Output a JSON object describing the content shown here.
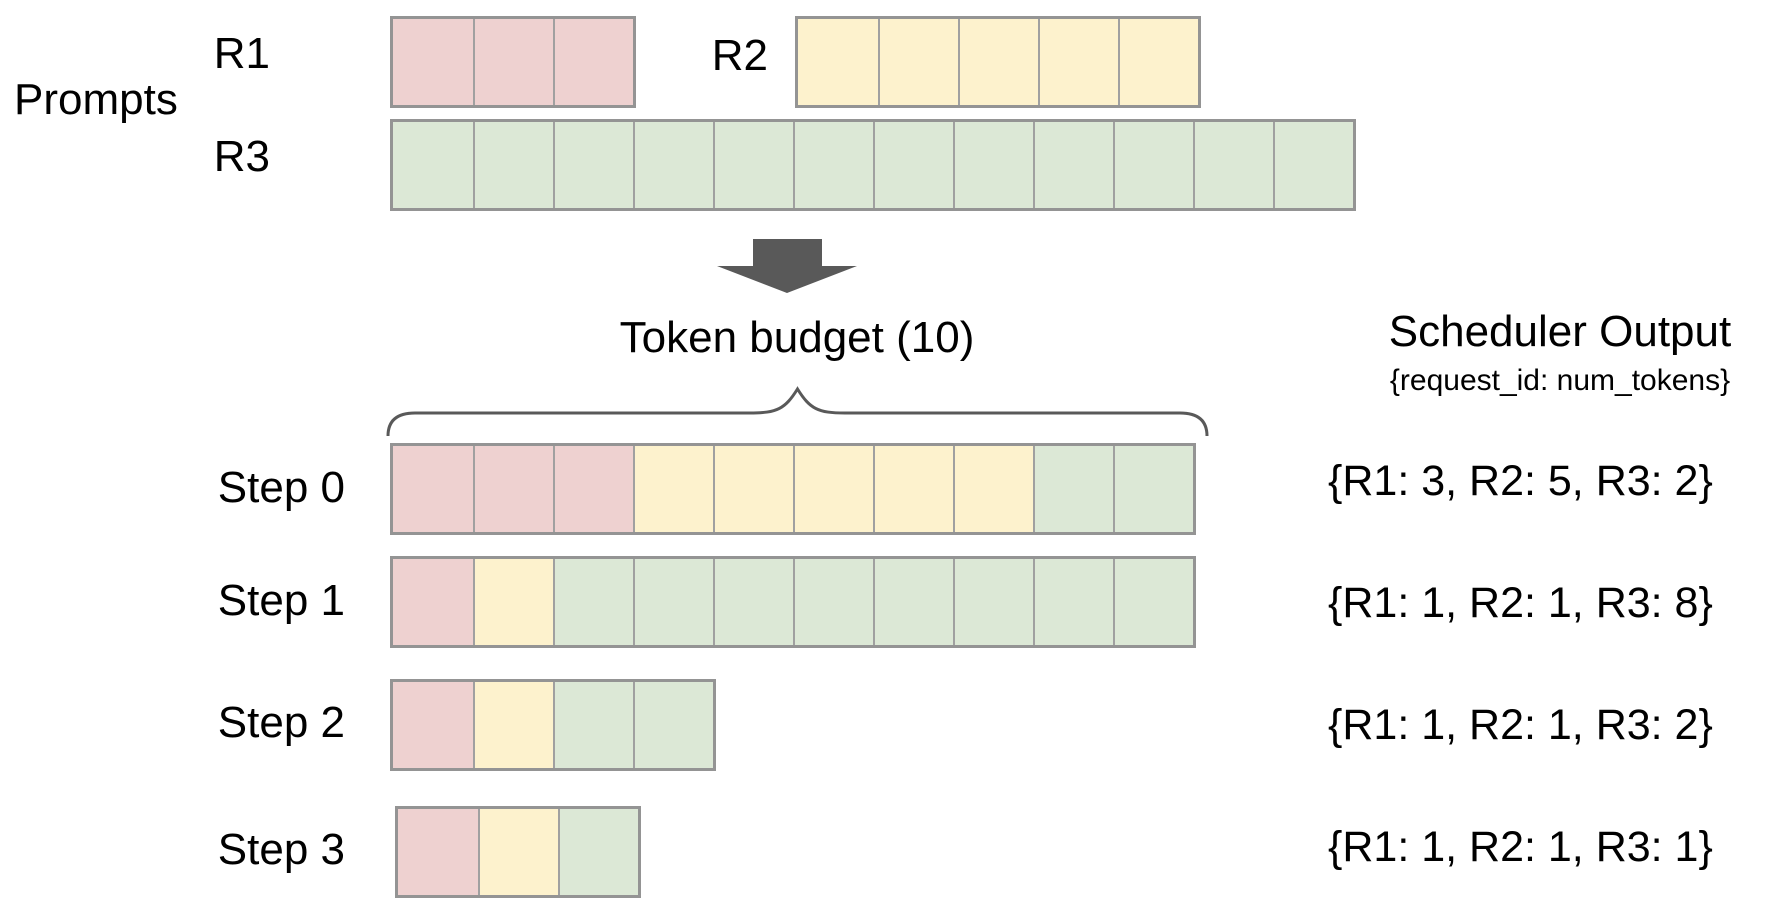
{
  "colors": {
    "pink": "#eed1d0",
    "yellow": "#fdf2cd",
    "green": "#dce8d6",
    "border": "#a0a0a0",
    "arrow": "#595959",
    "brace": "#595959",
    "text": "#000000",
    "background": "#ffffff"
  },
  "prompts": {
    "section_label": "Prompts",
    "requests": [
      {
        "id": "R1",
        "label": "R1",
        "color": "pink",
        "num_prompt_tokens": 3,
        "segments": [
          {
            "color": "pink",
            "count": 3
          }
        ]
      },
      {
        "id": "R2",
        "label": "R2",
        "color": "yellow",
        "num_prompt_tokens": 5,
        "segments": [
          {
            "color": "yellow",
            "count": 5
          }
        ]
      },
      {
        "id": "R3",
        "label": "R3",
        "color": "green",
        "num_prompt_tokens": 12,
        "segments": [
          {
            "color": "green",
            "count": 12
          }
        ]
      }
    ]
  },
  "arrow": {
    "icon": "down-arrow"
  },
  "token_budget": {
    "label": "Token budget (10)",
    "value": 10
  },
  "scheduler": {
    "title": "Scheduler Output",
    "subtitle": "{request_id: num_tokens}"
  },
  "steps": [
    {
      "label": "Step 0",
      "segments": [
        {
          "color": "pink",
          "count": 3
        },
        {
          "color": "yellow",
          "count": 5
        },
        {
          "color": "green",
          "count": 2
        }
      ],
      "scheduled": {
        "R1": 3,
        "R2": 5,
        "R3": 2
      },
      "output": "{R1: 3, R2: 5, R3: 2}"
    },
    {
      "label": "Step 1",
      "segments": [
        {
          "color": "pink",
          "count": 1
        },
        {
          "color": "yellow",
          "count": 1
        },
        {
          "color": "green",
          "count": 8
        }
      ],
      "scheduled": {
        "R1": 1,
        "R2": 1,
        "R3": 8
      },
      "output": "{R1: 1, R2: 1, R3: 8}"
    },
    {
      "label": "Step 2",
      "segments": [
        {
          "color": "pink",
          "count": 1
        },
        {
          "color": "yellow",
          "count": 1
        },
        {
          "color": "green",
          "count": 2
        }
      ],
      "scheduled": {
        "R1": 1,
        "R2": 1,
        "R3": 2
      },
      "output": "{R1: 1, R2: 1, R3: 2}"
    },
    {
      "label": "Step 3",
      "segments": [
        {
          "color": "pink",
          "count": 1
        },
        {
          "color": "yellow",
          "count": 1
        },
        {
          "color": "green",
          "count": 1
        }
      ],
      "scheduled": {
        "R1": 1,
        "R2": 1,
        "R3": 1
      },
      "output": "{R1: 1, R2: 1, R3: 1}"
    }
  ]
}
